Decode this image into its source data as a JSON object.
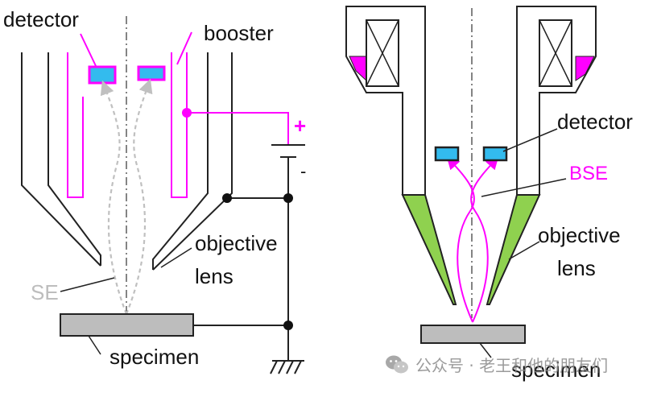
{
  "left_diagram": {
    "labels": {
      "detector": "detector",
      "booster": "booster",
      "objective_line1": "objective",
      "objective_line2": "lens",
      "se": "SE",
      "specimen": "specimen",
      "plus": "+",
      "minus": "-"
    }
  },
  "right_diagram": {
    "labels": {
      "detector": "detector",
      "bse": "BSE",
      "objective_line1": "objective",
      "objective_line2": "lens",
      "specimen": "specimen"
    }
  },
  "watermark": {
    "text": "公众号 · 老王和他的朋友们",
    "icon": "wechat-icon"
  },
  "colors": {
    "magenta": "#ff00ff",
    "detector_fill": "#33bbee",
    "lens_green": "#8fd14f",
    "specimen_gray": "#bdbdbd",
    "se_gray": "#c0c0c0"
  }
}
